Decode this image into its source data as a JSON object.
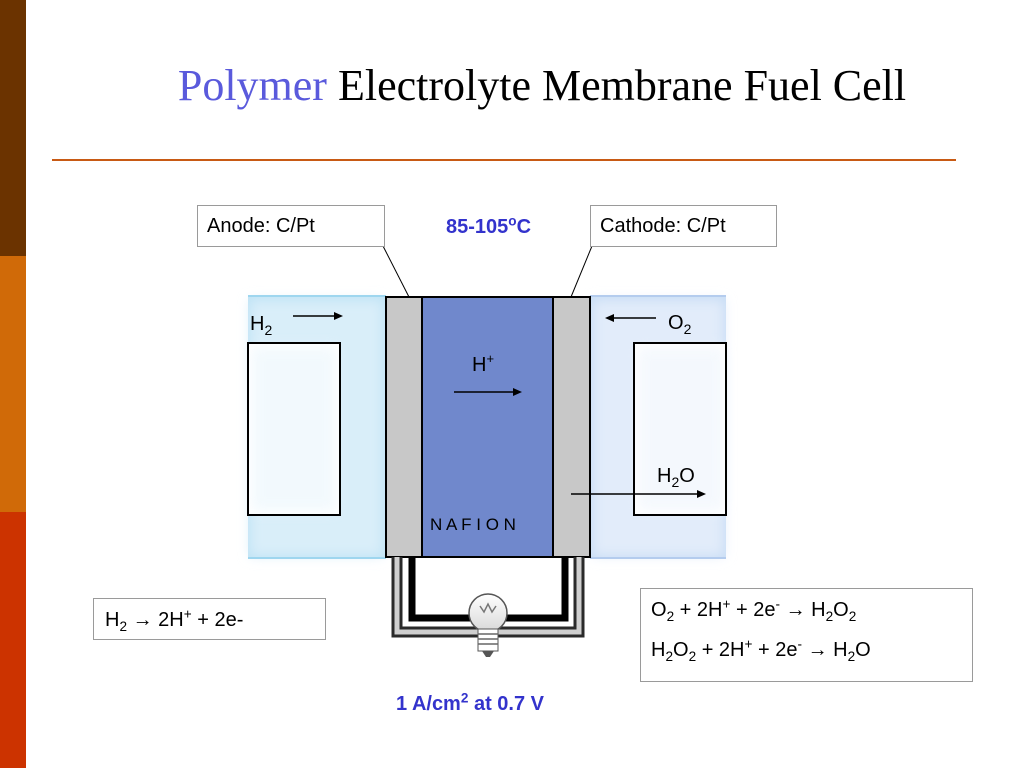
{
  "title": {
    "accent": "Polymer",
    "rest": "Electrolyte Membrane Fuel Cell"
  },
  "labels": {
    "anode": "Anode: C/Pt",
    "cathode": "Cathode: C/Pt",
    "temperature": {
      "value": "85-105",
      "sup": "o",
      "unit": "C"
    },
    "membrane": "N A F I O N",
    "hydrogen_in": {
      "base": "H",
      "sub": "2"
    },
    "oxygen_in": {
      "base": "O",
      "sub": "2"
    },
    "proton": {
      "base": "H",
      "sup": "+"
    },
    "water_out": {
      "base1": "H",
      "sub": "2",
      "base2": "O"
    },
    "current": {
      "pre": "1 A/cm",
      "sup": "2",
      "post": " at 0.7 V"
    }
  },
  "reactions": {
    "anode": {
      "h": "H",
      "h_sub": "2",
      "arrow": "→",
      "right": " 2H",
      "right_sup": "+",
      "tail": " + 2e-"
    },
    "cathode1": {
      "o": "O",
      "o_sub": "2",
      "mid": " + 2H",
      "mid_sup": "+",
      "e": " + 2e",
      "e_sup": "-",
      "arrow": "→",
      "p1": " H",
      "p1_sub": "2",
      "p2": "O",
      "p2_sub": "2"
    },
    "cathode2": {
      "h": "H",
      "h_sub": "2",
      "o": "O",
      "o_sub": "2",
      "mid": " + 2H",
      "mid_sup": "+",
      "e": " + 2e",
      "e_sup": "-",
      "arrow": "→",
      "p1": " H",
      "p1_sub": "2",
      "p2": "O"
    }
  },
  "colors": {
    "sidebar": [
      "#6b3300",
      "#d06a08",
      "#cc3300"
    ],
    "title_accent": "#5a5adc",
    "rule": "#c85a14",
    "membrane": "#7088cc",
    "electrode": "#c8c8c8",
    "channel_glow": "#bfe3f5",
    "blue_text": "#3333cc"
  },
  "icons": [
    "light-bulb-icon",
    "right-arrow-icon",
    "left-arrow-icon"
  ]
}
